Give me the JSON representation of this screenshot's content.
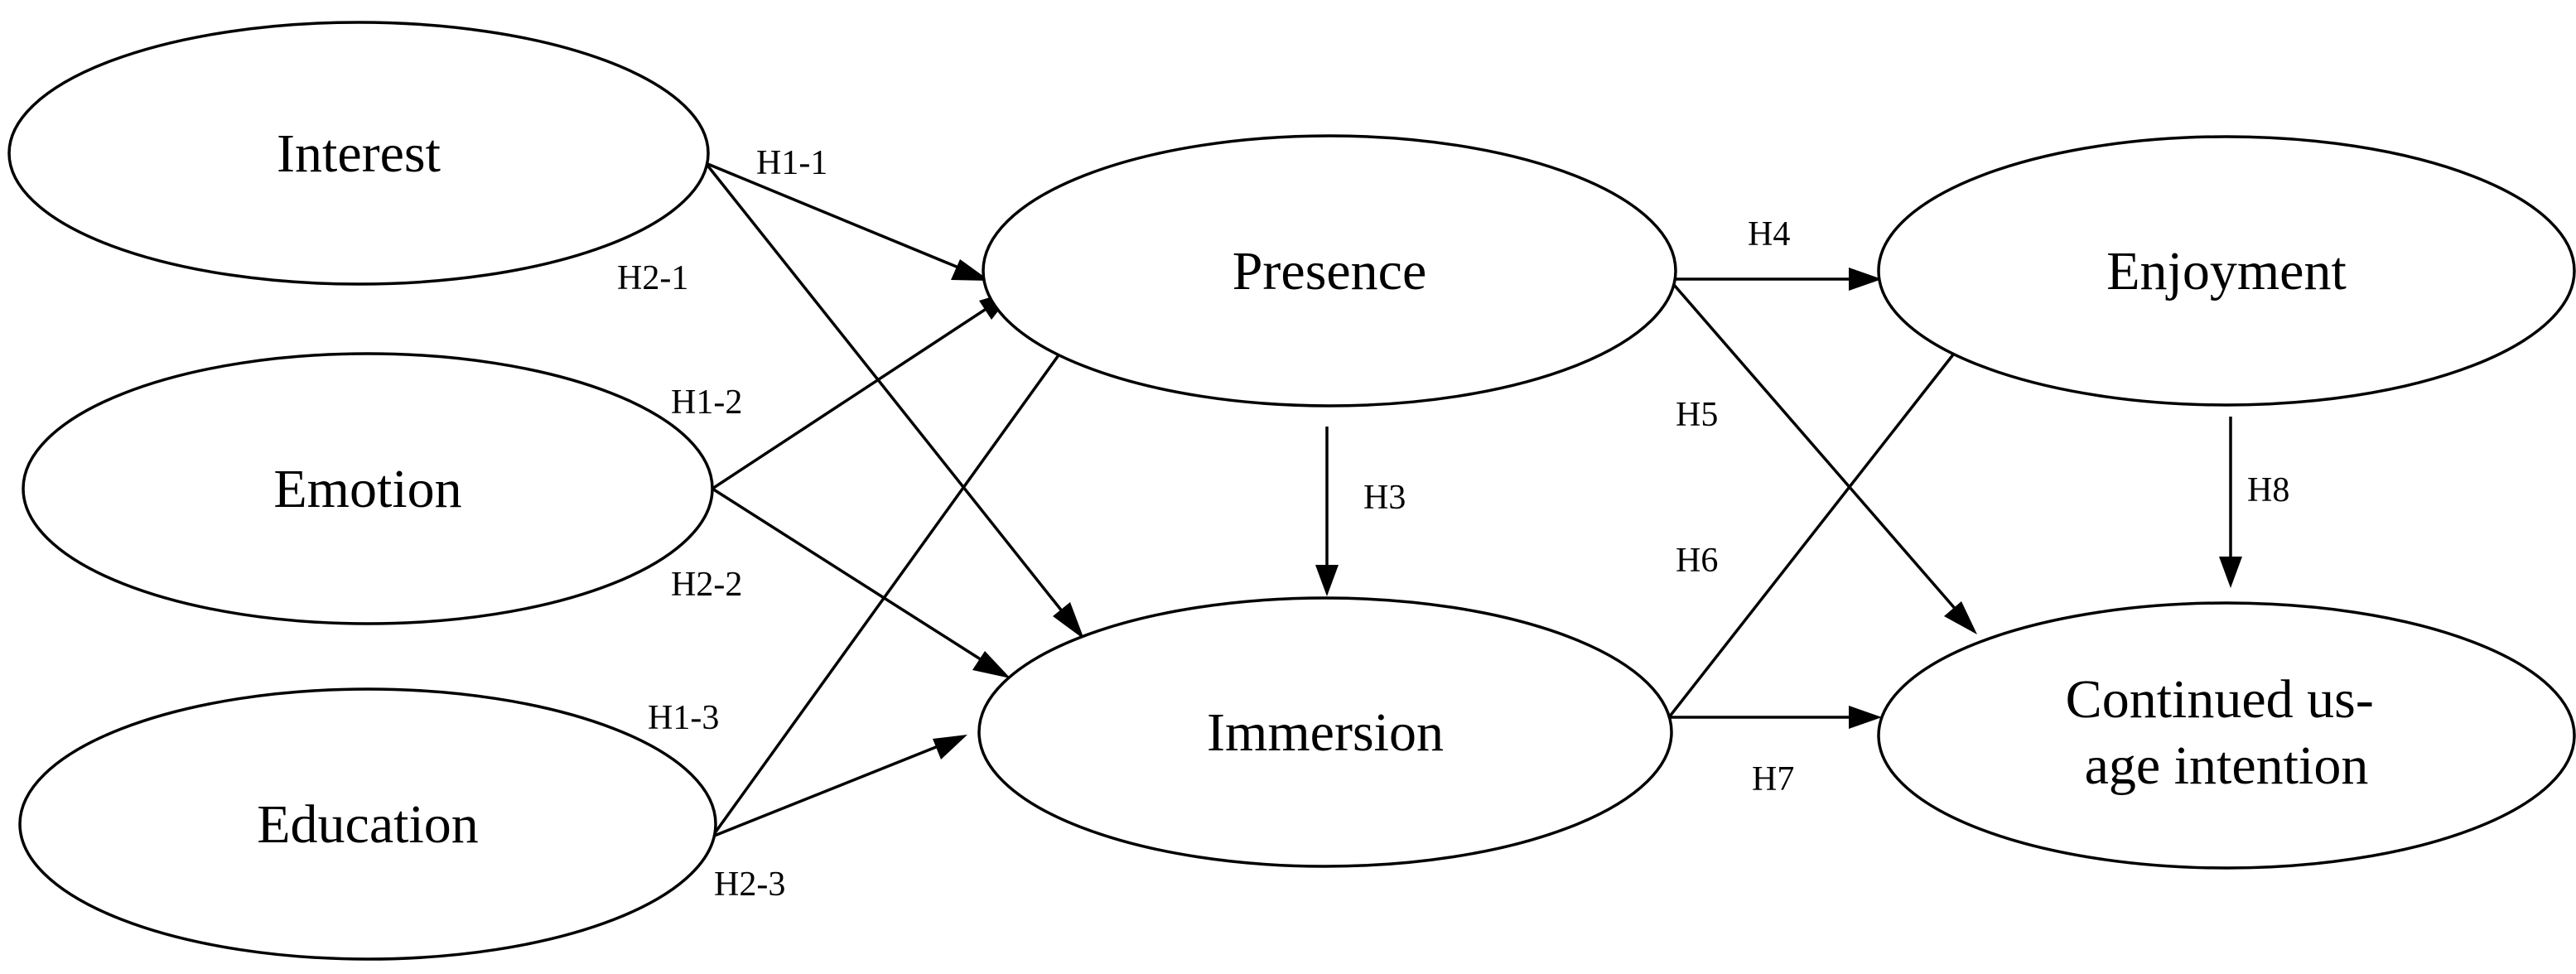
{
  "nodes": {
    "interest": {
      "label": "Interest"
    },
    "emotion": {
      "label": "Emotion"
    },
    "education": {
      "label": "Education"
    },
    "presence": {
      "label": "Presence"
    },
    "immersion": {
      "label": "Immersion"
    },
    "enjoyment": {
      "label": "Enjoyment"
    },
    "continued": {
      "label_lines": [
        "Continued us-",
        "age intention"
      ]
    }
  },
  "edges": [
    {
      "id": "h1-1",
      "from": "interest",
      "to": "presence",
      "label": "H1-1"
    },
    {
      "id": "h2-1",
      "from": "interest",
      "to": "immersion",
      "label": "H2-1"
    },
    {
      "id": "h1-2",
      "from": "emotion",
      "to": "presence",
      "label": "H1-2"
    },
    {
      "id": "h2-2",
      "from": "emotion",
      "to": "immersion",
      "label": "H2-2"
    },
    {
      "id": "h1-3",
      "from": "education",
      "to": "presence",
      "label": "H1-3"
    },
    {
      "id": "h2-3",
      "from": "education",
      "to": "immersion",
      "label": "H2-3"
    },
    {
      "id": "h3",
      "from": "presence",
      "to": "immersion",
      "label": "H3"
    },
    {
      "id": "h4",
      "from": "presence",
      "to": "enjoyment",
      "label": "H4"
    },
    {
      "id": "h5",
      "from": "presence",
      "to": "continued",
      "label": "H5"
    },
    {
      "id": "h6",
      "from": "immersion",
      "to": "enjoyment",
      "label": "H6"
    },
    {
      "id": "h7",
      "from": "immersion",
      "to": "continued",
      "label": "H7"
    },
    {
      "id": "h8",
      "from": "enjoyment",
      "to": "continued",
      "label": "H8"
    }
  ]
}
